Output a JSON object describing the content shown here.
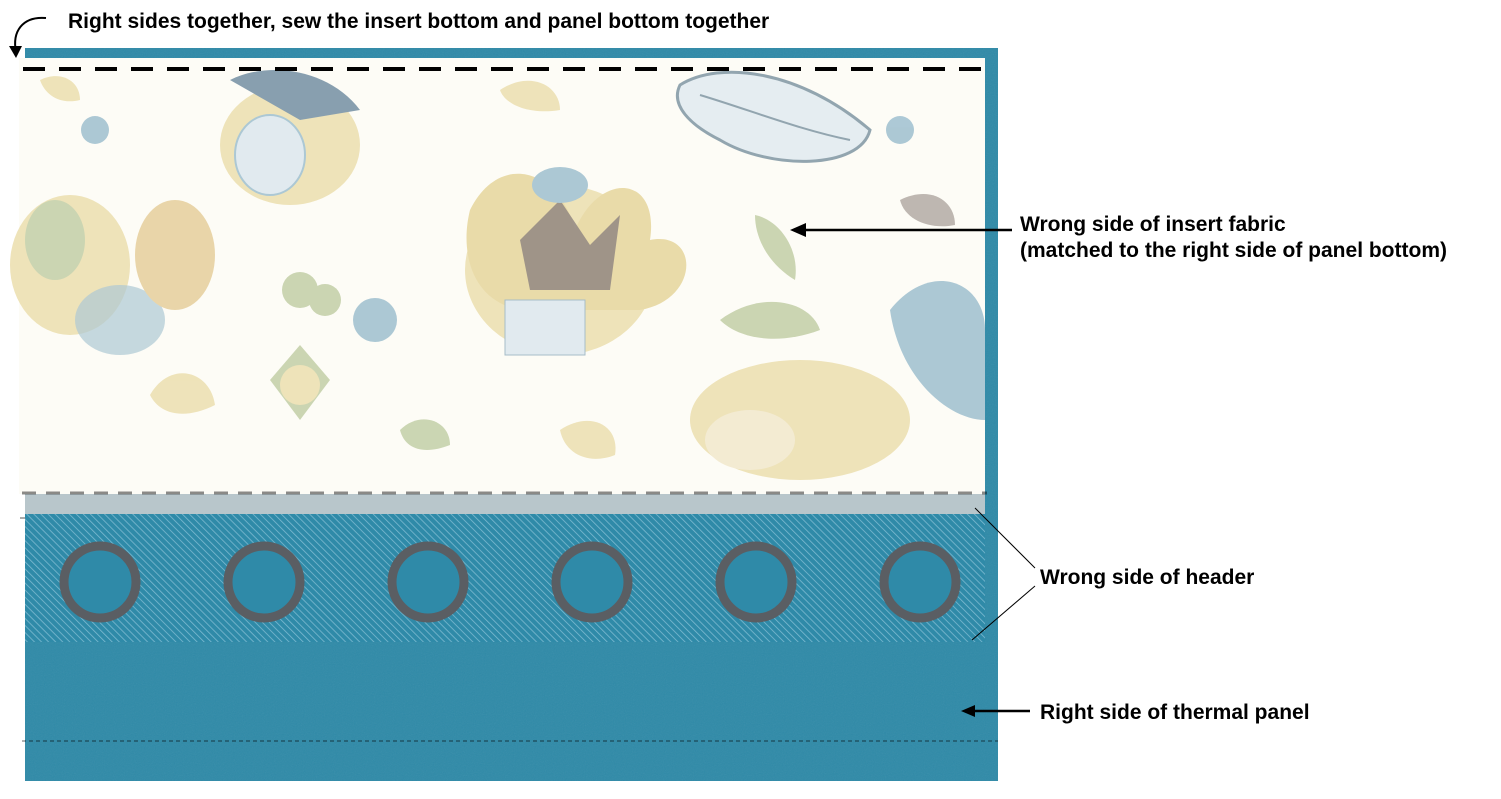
{
  "diagram": {
    "title": "Right sides together, sew the insert bottom and panel bottom together",
    "labels": {
      "insert_fabric": {
        "line1": "Wrong side of insert fabric",
        "line2": "(matched to the right side of panel bottom)"
      },
      "header": "Wrong side of header",
      "thermal_panel": "Right side of thermal panel"
    },
    "grommet_count": 6,
    "colors": {
      "panel": "#2f8aa8",
      "panel_dark": "#247a97",
      "header_hatch": "#6fb0c6",
      "grommet": "#5a5e63",
      "seam_line": "#000000",
      "insert_bg": "#fdfcf6",
      "motif_yellow": "#ede1b4",
      "motif_blue": "#a6c4d2",
      "motif_green": "#c7d2ad",
      "motif_brown": "#8a7e79",
      "sew_allowance": "#b8c6cb"
    }
  }
}
